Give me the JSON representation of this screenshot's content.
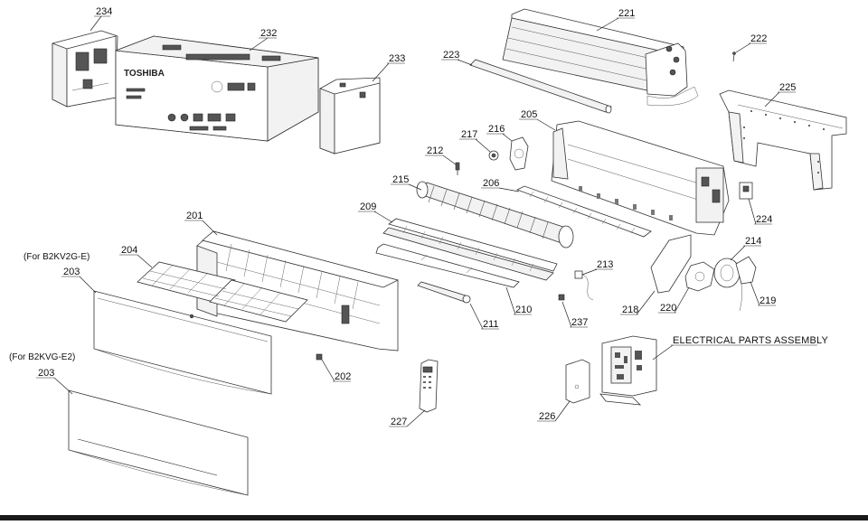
{
  "callouts": {
    "c234": "234",
    "c232": "232",
    "c233": "233",
    "c221": "221",
    "c222": "222",
    "c223": "223",
    "c225": "225",
    "c205": "205",
    "c216": "216",
    "c217": "217",
    "c212": "212",
    "c215": "215",
    "c206": "206",
    "c209": "209",
    "c201": "201",
    "c204": "204",
    "c203a": "203",
    "c203b": "203",
    "c224": "224",
    "c214": "214",
    "c213": "213",
    "c218": "218",
    "c220": "220",
    "c219": "219",
    "c210": "210",
    "c211": "211",
    "c237": "237",
    "c202": "202",
    "c227": "227",
    "c226": "226"
  },
  "notes": {
    "model_a": "(For B2KV2G-E)",
    "model_b": "(For B2KVG-E2)",
    "electrical_assembly": "ELECTRICAL PARTS ASSEMBLY"
  },
  "box_print": {
    "brand": "TOSHIBA"
  },
  "colors": {
    "line": "#333333",
    "background": "#ffffff",
    "bottom_bar": "#1a1a1a"
  }
}
